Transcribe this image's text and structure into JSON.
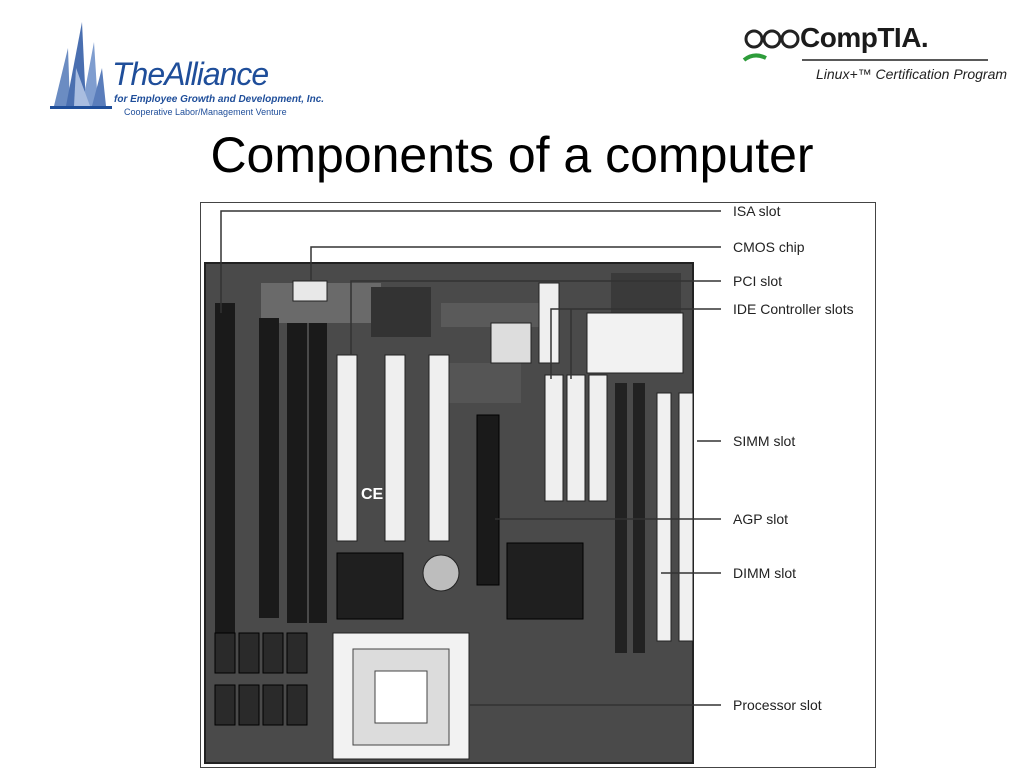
{
  "header": {
    "left_logo": {
      "name": "TheAlliance",
      "line1": "for Employee Growth and Development, Inc.",
      "line2": "Cooperative Labor/Management Venture"
    },
    "right_logo": {
      "name": "CompTIA.",
      "tagline": "Linux+™ Certification Program"
    }
  },
  "slide": {
    "title": "Components of a computer"
  },
  "figure": {
    "labels": {
      "isa": "ISA slot",
      "cmos": "CMOS chip",
      "pci": "PCI slot",
      "ide": "IDE Controller slots",
      "simm": "SIMM slot",
      "agp": "AGP slot",
      "dimm": "DIMM slot",
      "processor": "Processor slot"
    },
    "markings": {
      "ce": "CE"
    }
  },
  "colors": {
    "brand_blue": "#1f4e9a",
    "board_dark": "#2a2a2a"
  }
}
